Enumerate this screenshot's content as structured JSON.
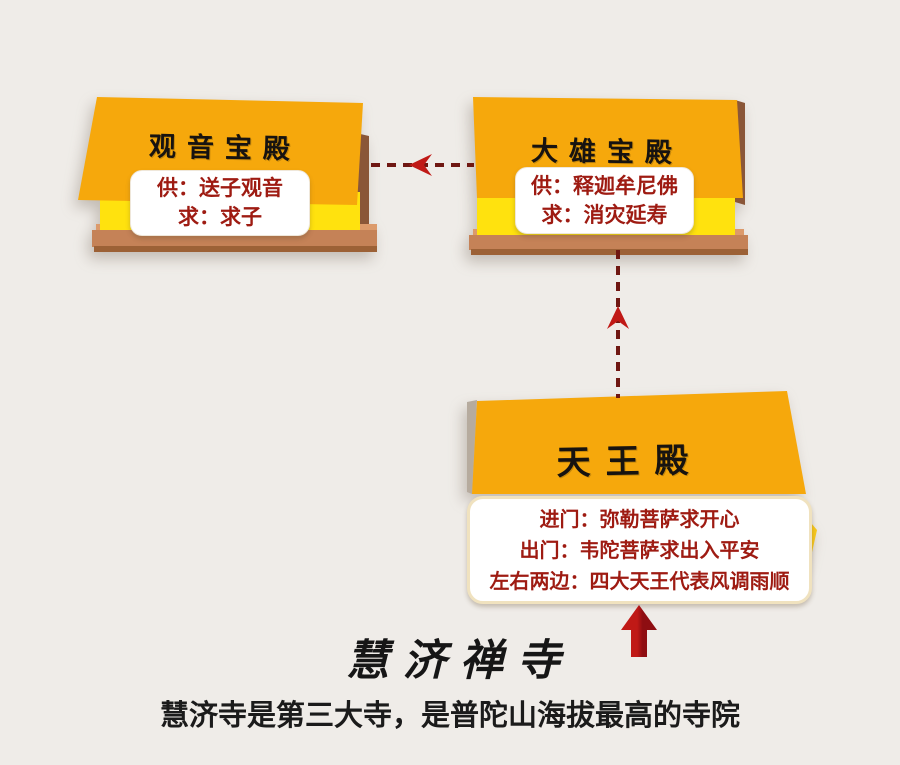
{
  "page": {
    "background": "#efece8",
    "kind": "temple-route-infographic"
  },
  "colors": {
    "bg": "#efece8",
    "roof_orange": "#f6a80c",
    "wall_yellow": "#ffe20e",
    "base_top": "#dc9a6b",
    "base_front": "#c58257",
    "base_edge": "#9c6136",
    "side_brown": "#8a5638",
    "label_red": "#9e1b12",
    "dash_maroon": "#6f1712",
    "arrow_red": "#c01916",
    "solid_arrow": "#b5131a",
    "ink": "#1b1b1b"
  },
  "temples": [
    {
      "name": "guanyin-hall",
      "title": "观音宝殿",
      "lines": [
        "供：送子观音",
        "求：求子"
      ]
    },
    {
      "name": "daxiong-hall",
      "title": "大雄宝殿",
      "lines": [
        "供：释迦牟尼佛",
        "求：消灾延寿"
      ]
    },
    {
      "name": "tianwang-hall",
      "title": "天王殿",
      "lines": [
        "进门：弥勒菩萨求开心",
        "出门：韦陀菩萨求出入平安",
        "左右两边：四大天王代表风调雨顺"
      ]
    }
  ],
  "arrows": [
    {
      "name": "route-daxiong-to-guanyin",
      "style": "dashed",
      "direction": "left"
    },
    {
      "name": "route-tianwang-to-daxiong",
      "style": "dashed",
      "direction": "up"
    },
    {
      "name": "entrance-arrow",
      "style": "solid",
      "direction": "up"
    }
  ],
  "footer": {
    "title": "慧济禅寺",
    "subtitle": "慧济寺是第三大寺，是普陀山海拔最高的寺院"
  }
}
